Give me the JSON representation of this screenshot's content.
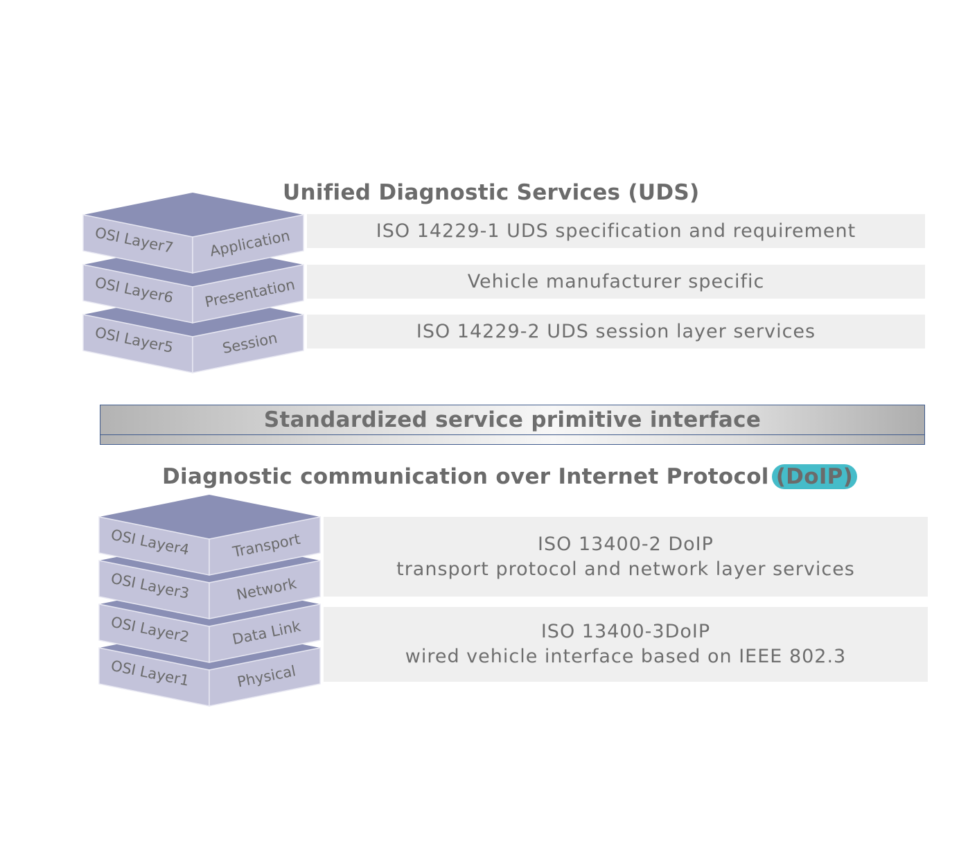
{
  "colors": {
    "slab_top": "#8a8fb5",
    "slab_side": "#c3c3da",
    "slab_edge": "#e8e8f2",
    "desc_bg": "#efefef",
    "text": "#6e6e6e",
    "interface_border": "#3f5a8c",
    "doip_highlight": "#45bcc9"
  },
  "uds": {
    "title": "Unified Diagnostic Services (UDS)",
    "layers": [
      {
        "left_label": "OSI Layer7",
        "right_label": "Application"
      },
      {
        "left_label": "OSI Layer6",
        "right_label": "Presentation"
      },
      {
        "left_label": "OSI Layer5",
        "right_label": "Session"
      }
    ],
    "descriptions": [
      {
        "lines": [
          "ISO 14229-1 UDS    specification and requirement"
        ]
      },
      {
        "lines": [
          "Vehicle manufacturer specific"
        ]
      },
      {
        "lines": [
          "ISO 14229-2 UDS   session layer services"
        ]
      }
    ]
  },
  "interface": {
    "label": "Standardized service primitive interface"
  },
  "doip": {
    "title_main": "Diagnostic communication over Internet Protocol",
    "title_highlight": "(DoIP)",
    "layers": [
      {
        "left_label": "OSI Layer4",
        "right_label": "Transport"
      },
      {
        "left_label": "OSI Layer3",
        "right_label": "Network"
      },
      {
        "left_label": "OSI Layer2",
        "right_label": "Data Link"
      },
      {
        "left_label": "OSI Layer1",
        "right_label": "Physical"
      }
    ],
    "descriptions": [
      {
        "lines": [
          "ISO 13400-2 DoIP",
          "transport protocol and network layer services"
        ]
      },
      {
        "lines": [
          "ISO 13400-3DoIP",
          "wired vehicle interface based on IEEE 802.3"
        ]
      }
    ]
  }
}
